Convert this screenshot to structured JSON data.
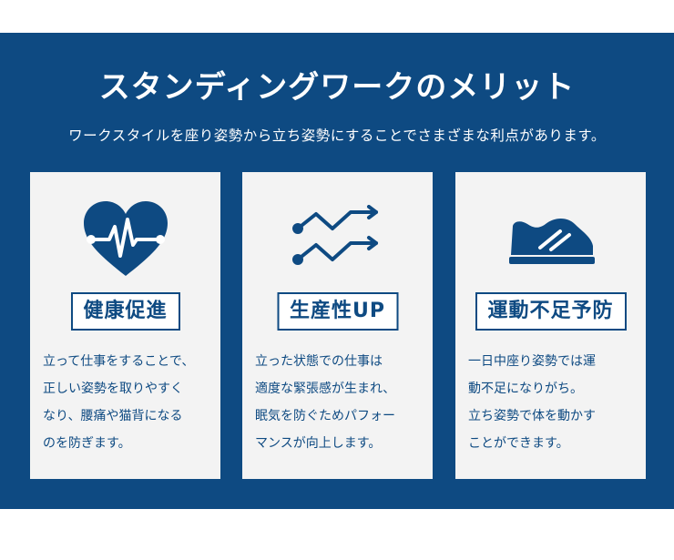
{
  "header": {
    "title": "スタンディングワークのメリット",
    "subtitle": "ワークスタイルを座り姿勢から立ち姿勢にすることでさまざまな利点があります。"
  },
  "cards": [
    {
      "icon": "heart-pulse-icon",
      "badge": "健康促進",
      "lines": [
        "立って仕事をすることで、",
        "正しい姿勢を取りやすく",
        "なり、腰痛や猫背になる",
        "のを防ぎます。"
      ]
    },
    {
      "icon": "upward-trend-arrows-icon",
      "badge": "生産性UP",
      "lines": [
        "立った状態での仕事は",
        "適度な緊張感が生まれ、",
        "眠気を防ぐためパフォー",
        "マンスが向上します。"
      ]
    },
    {
      "icon": "sneaker-icon",
      "badge": "運動不足予防",
      "lines": [
        "一日中座り姿勢では運",
        "動不足になりがち。",
        "立ち姿勢で体を動かす",
        "ことができます。"
      ]
    }
  ],
  "colors": {
    "panel": "#0e4a82",
    "card": "#f3f3f3",
    "text": "#0e4a82"
  }
}
